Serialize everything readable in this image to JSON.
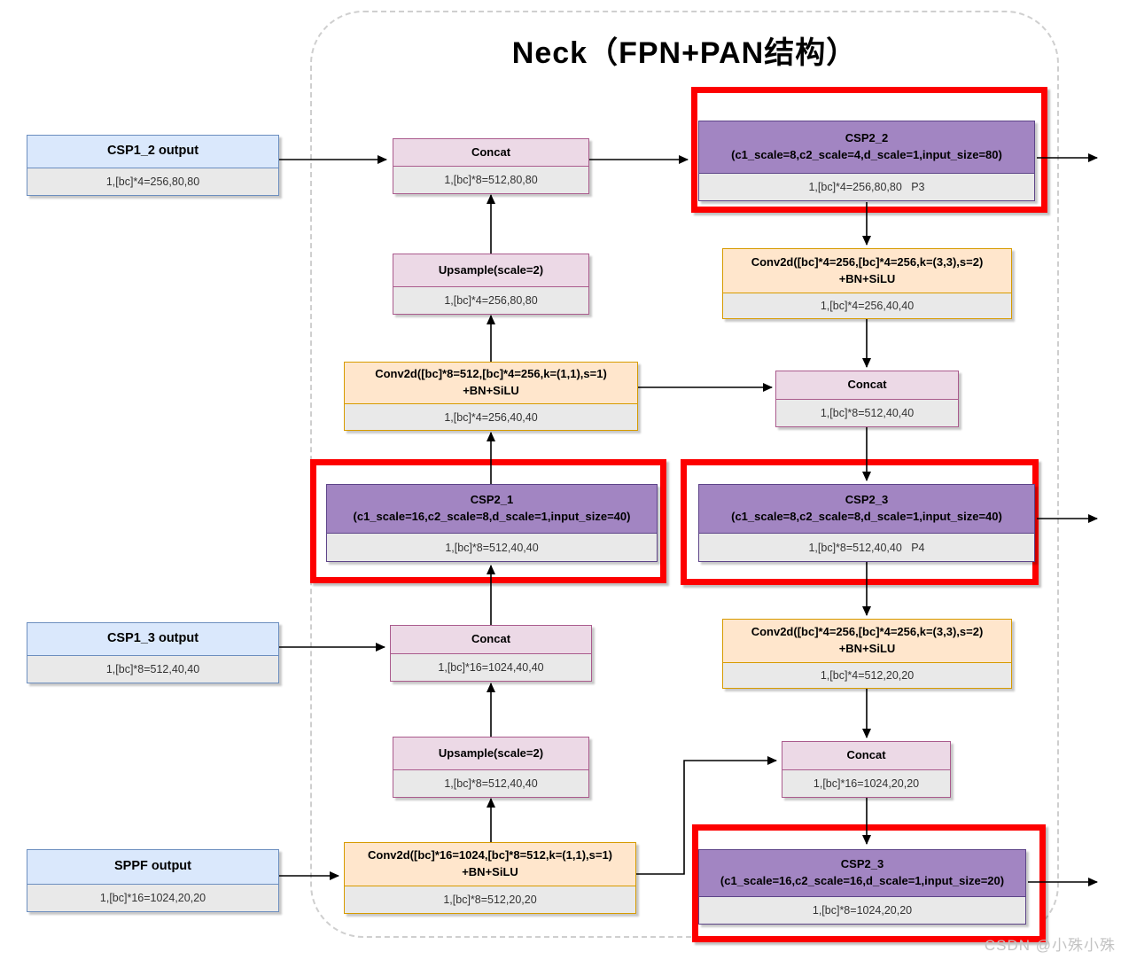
{
  "title": "Neck（FPN+PAN结构）",
  "watermark": "CSDN @小殊小殊",
  "colors": {
    "input_fill": "#dae8fc",
    "input_border": "#6c8ebf",
    "op_fill": "#ecd9e6",
    "op_border": "#aa5b8d",
    "conv_fill": "#ffe6cc",
    "conv_border": "#d79b00",
    "csp_fill": "#a285c2",
    "csp_border": "#5d4488",
    "highlight": "#fd0000",
    "shape_fill": "#e9e9e9"
  },
  "nodes": {
    "csp1_2": {
      "label": "CSP1_2 output",
      "shape": "1,[bc]*4=256,80,80"
    },
    "concat_top": {
      "label": "Concat",
      "shape": "1,[bc]*8=512,80,80"
    },
    "csp2_2": {
      "label": "CSP2_2",
      "params": "(c1_scale=8,c2_scale=4,d_scale=1,input_size=80)",
      "shape": "1,[bc]*4=256,80,80   P3"
    },
    "conv_r1": {
      "label": "Conv2d([bc]*4=256,[bc]*4=256,k=(3,3),s=2)",
      "label2": "+BN+SiLU",
      "shape": "1,[bc]*4=256,40,40"
    },
    "upsample_top": {
      "label": "Upsample(scale=2)",
      "shape": "1,[bc]*4=256,80,80"
    },
    "conv_m1": {
      "label": "Conv2d([bc]*8=512,[bc]*4=256,k=(1,1),s=1)",
      "label2": "+BN+SiLU",
      "shape": "1,[bc]*4=256,40,40"
    },
    "concat_r1": {
      "label": "Concat",
      "shape": "1,[bc]*8=512,40,40"
    },
    "csp2_1": {
      "label": "CSP2_1",
      "params": "(c1_scale=16,c2_scale=8,d_scale=1,input_size=40)",
      "shape": "1,[bc]*8=512,40,40"
    },
    "csp2_3_mid": {
      "label": "CSP2_3",
      "params": "(c1_scale=8,c2_scale=8,d_scale=1,input_size=40)",
      "shape": "1,[bc]*8=512,40,40   P4"
    },
    "csp1_3": {
      "label": "CSP1_3 output",
      "shape": "1,[bc]*8=512,40,40"
    },
    "concat_mid": {
      "label": "Concat",
      "shape": "1,[bc]*16=1024,40,40"
    },
    "conv_r2": {
      "label": "Conv2d([bc]*4=256,[bc]*4=256,k=(3,3),s=2)",
      "label2": "+BN+SiLU",
      "shape": "1,[bc]*4=512,20,20"
    },
    "upsample_bot": {
      "label": "Upsample(scale=2)",
      "shape": "1,[bc]*8=512,40,40"
    },
    "concat_bot": {
      "label": "Concat",
      "shape": "1,[bc]*16=1024,20,20"
    },
    "sppf": {
      "label": "SPPF output",
      "shape": "1,[bc]*16=1024,20,20"
    },
    "conv_b1": {
      "label": "Conv2d([bc]*16=1024,[bc]*8=512,k=(1,1),s=1)",
      "label2": "+BN+SiLU",
      "shape": "1,[bc]*8=512,20,20"
    },
    "csp2_3_bot": {
      "label": "CSP2_3",
      "params": "(c1_scale=16,c2_scale=16,d_scale=1,input_size=20)",
      "shape": "1,[bc]*8=1024,20,20"
    }
  }
}
